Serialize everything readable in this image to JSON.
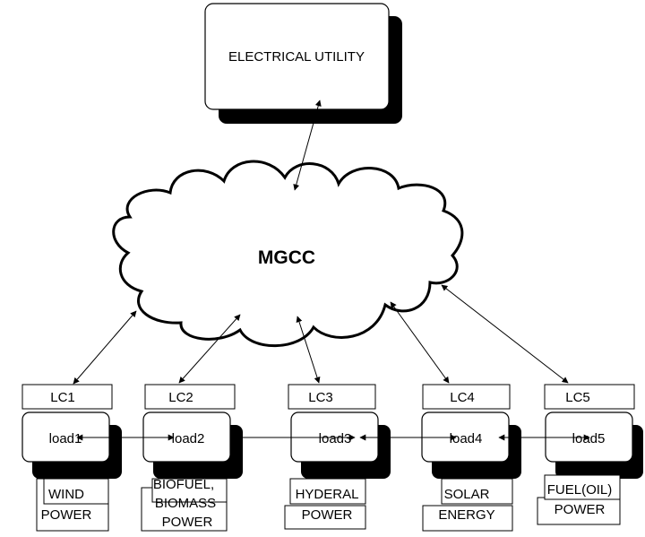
{
  "utility": {
    "label": "ELECTRICAL UTILITY"
  },
  "controller": {
    "label": "MGCC"
  },
  "units": [
    {
      "lc": "LC1",
      "load": "load1",
      "source": [
        "WIND",
        "POWER"
      ]
    },
    {
      "lc": "LC2",
      "load": "load2",
      "source": [
        "BIOFUEL,",
        "BIOMASS",
        "POWER"
      ]
    },
    {
      "lc": "LC3",
      "load": "load3",
      "source": [
        "HYDERAL",
        "POWER"
      ]
    },
    {
      "lc": "LC4",
      "load": "load4",
      "source": [
        "SOLAR",
        "ENERGY"
      ]
    },
    {
      "lc": "LC5",
      "load": "load5",
      "source": [
        "FUEL(OIL)",
        "POWER"
      ]
    }
  ]
}
